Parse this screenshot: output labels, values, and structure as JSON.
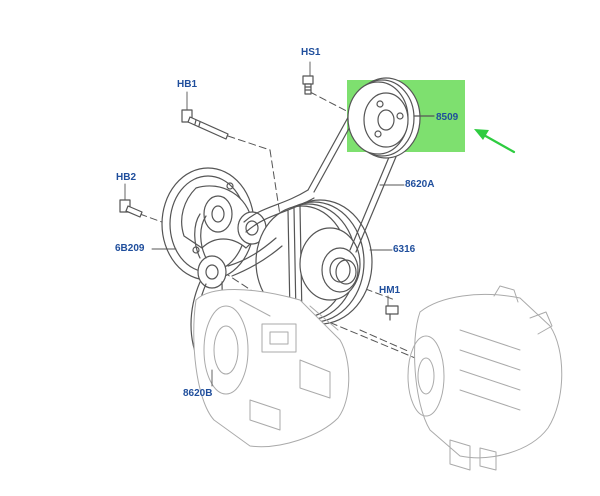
{
  "colors": {
    "line_art": "#555555",
    "callout_text": "#1f4e9c",
    "highlight": "#7ee06f",
    "arrow": "#2ecc40"
  },
  "callouts": {
    "hs1": "HS1",
    "hb1": "HB1",
    "hb2": "HB2",
    "pulley_8509": "8509",
    "belt_8620a": "8620A",
    "idler_6b209": "6B209",
    "crank_6316": "6316",
    "hm1": "HM1",
    "belt_8620b": "8620B"
  },
  "highlighted_part": "8509"
}
